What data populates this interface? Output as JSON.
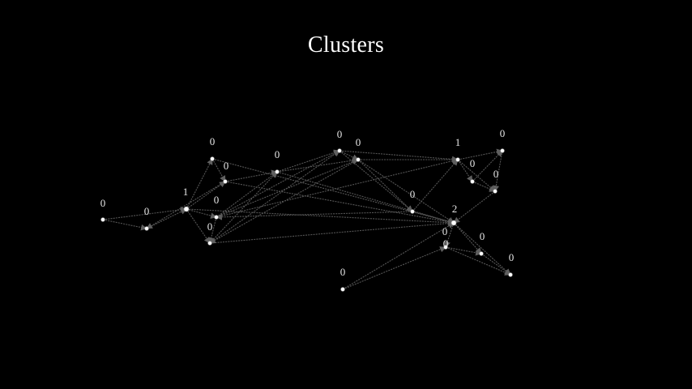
{
  "title": "Clusters",
  "colors": {
    "background": "#000000",
    "edge": "#565656",
    "node": "#ffffff",
    "label": "#e6e6e6"
  },
  "nodes": [
    {
      "id": "n0",
      "label": "0"
    },
    {
      "id": "n1",
      "label": "0"
    },
    {
      "id": "n2",
      "label": "1"
    },
    {
      "id": "n3",
      "label": "0"
    },
    {
      "id": "n4",
      "label": "0"
    },
    {
      "id": "n5",
      "label": "0"
    },
    {
      "id": "n6",
      "label": "0"
    },
    {
      "id": "n7",
      "label": "0"
    },
    {
      "id": "n8",
      "label": "0"
    },
    {
      "id": "n9",
      "label": "0"
    },
    {
      "id": "n10",
      "label": "0"
    },
    {
      "id": "n11",
      "label": "0"
    },
    {
      "id": "n12",
      "label": "1"
    },
    {
      "id": "n13",
      "label": "0"
    },
    {
      "id": "n14",
      "label": "0"
    },
    {
      "id": "n15",
      "label": "0"
    },
    {
      "id": "n16",
      "label": "2"
    },
    {
      "id": "n17",
      "label": "0"
    },
    {
      "id": "n18",
      "label": "0"
    },
    {
      "id": "n19",
      "label": "0"
    },
    {
      "id": "n20",
      "label": "0"
    }
  ],
  "edges": [
    [
      "n0",
      "n1"
    ],
    [
      "n0",
      "n2"
    ],
    [
      "n1",
      "n2"
    ],
    [
      "n2",
      "n3"
    ],
    [
      "n2",
      "n4"
    ],
    [
      "n2",
      "n6"
    ],
    [
      "n2",
      "n5"
    ],
    [
      "n2",
      "n16"
    ],
    [
      "n3",
      "n7"
    ],
    [
      "n3",
      "n8"
    ],
    [
      "n3",
      "n12"
    ],
    [
      "n3",
      "n4"
    ],
    [
      "n4",
      "n8"
    ],
    [
      "n4",
      "n7"
    ],
    [
      "n4",
      "n16"
    ],
    [
      "n5",
      "n6"
    ],
    [
      "n5",
      "n16"
    ],
    [
      "n6",
      "n7"
    ],
    [
      "n6",
      "n16"
    ],
    [
      "n7",
      "n8"
    ],
    [
      "n7",
      "n9"
    ],
    [
      "n7",
      "n16"
    ],
    [
      "n8",
      "n9"
    ],
    [
      "n8",
      "n12"
    ],
    [
      "n8",
      "n10"
    ],
    [
      "n9",
      "n12"
    ],
    [
      "n9",
      "n10"
    ],
    [
      "n9",
      "n16"
    ],
    [
      "n9",
      "n4"
    ],
    [
      "n10",
      "n16"
    ],
    [
      "n10",
      "n3"
    ],
    [
      "n12",
      "n13"
    ],
    [
      "n12",
      "n14"
    ],
    [
      "n12",
      "n15"
    ],
    [
      "n13",
      "n14"
    ],
    [
      "n13",
      "n15"
    ],
    [
      "n14",
      "n15"
    ],
    [
      "n15",
      "n16"
    ],
    [
      "n16",
      "n17"
    ],
    [
      "n16",
      "n18"
    ],
    [
      "n16",
      "n19"
    ],
    [
      "n17",
      "n18"
    ],
    [
      "n17",
      "n19"
    ],
    [
      "n18",
      "n19"
    ],
    [
      "n20",
      "n16"
    ],
    [
      "n20",
      "n17"
    ],
    [
      "n10",
      "n12"
    ],
    [
      "n3",
      "n9"
    ],
    [
      "n6",
      "n1"
    ]
  ]
}
